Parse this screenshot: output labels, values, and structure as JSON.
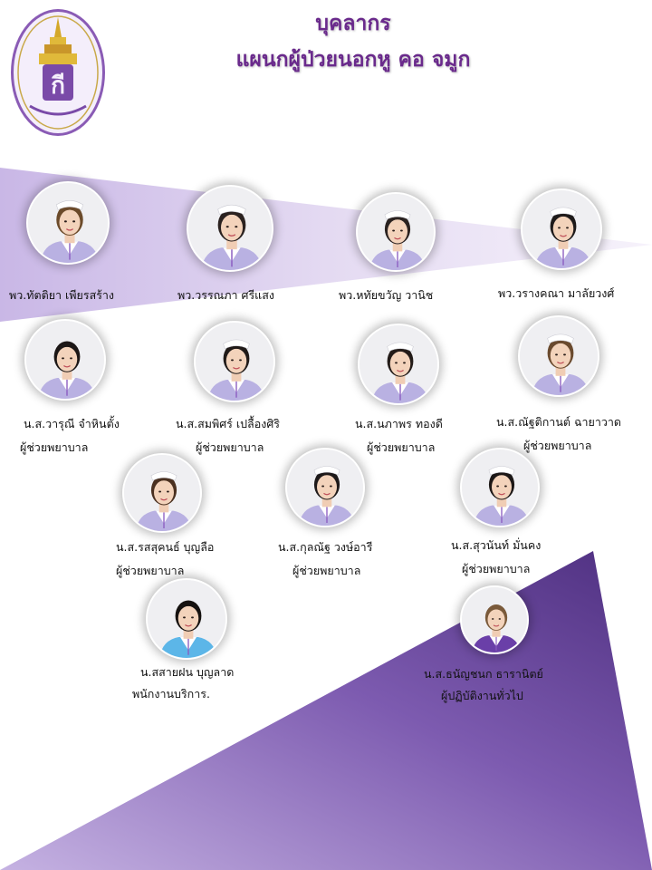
{
  "header": {
    "title_line1": "บุคลากร",
    "title_line2": "แผนกผู้ป่วยนอกหู คอ จมูก"
  },
  "logo": {
    "icon": "hospital-seal-icon",
    "monogram": "กี"
  },
  "colors": {
    "title": "#6a2a8c",
    "band_light": "#e6dcf3",
    "band_dark": "#5b3a8a",
    "scrub_purple": "#b8aee0",
    "scrub_blue": "#5ab4e6"
  },
  "staff": [
    {
      "name": "พว.ทัตติยา   เพียรสร้าง",
      "role": "",
      "scrub": "lavender"
    },
    {
      "name": "พว.วรรณภา   ศรีแสง",
      "role": "",
      "scrub": "lavender"
    },
    {
      "name": "พว.หทัยขวัญ   วานิช",
      "role": "",
      "scrub": "lavender"
    },
    {
      "name": "พว.วรางคณา มาลัยวงศ์",
      "role": "",
      "scrub": "lavender"
    },
    {
      "name": "น.ส.วารุณี  จำหินตั้ง",
      "role": "ผู้ช่วยพยาบาล",
      "scrub": "lavender"
    },
    {
      "name": "น.ส.สมพิศร์  เปลื้องศิริ",
      "role": "ผู้ช่วยพยาบาล",
      "scrub": "lavender"
    },
    {
      "name": "น.ส.นภาพร   ทองดี",
      "role": "ผู้ช่วยพยาบาล",
      "scrub": "lavender"
    },
    {
      "name": "น.ส.ณัฐติกานต์  ฉายาวาด",
      "role": "ผู้ช่วยพยาบาล",
      "scrub": "lavender"
    },
    {
      "name": "น.ส.รสสุคนธ์  บุญลือ",
      "role": "ผู้ช่วยพยาบาล",
      "scrub": "lavender"
    },
    {
      "name": "น.ส.กุลณัฐ   วงษ์อารี",
      "role": "ผู้ช่วยพยาบาล",
      "scrub": "lavender"
    },
    {
      "name": "น.ส.สุวนันท์  มั่นคง",
      "role": "ผู้ช่วยพยาบาล",
      "scrub": "lavender"
    },
    {
      "name": "น.สสายฝน  บุญลาด",
      "role": "พนักงานบริการ.",
      "scrub": "blue"
    },
    {
      "name": "น.ส.ธนัญชนก  ธารานิตย์",
      "role": "ผู้ปฏิบัติงานทั่วไป",
      "scrub": "purple"
    }
  ]
}
